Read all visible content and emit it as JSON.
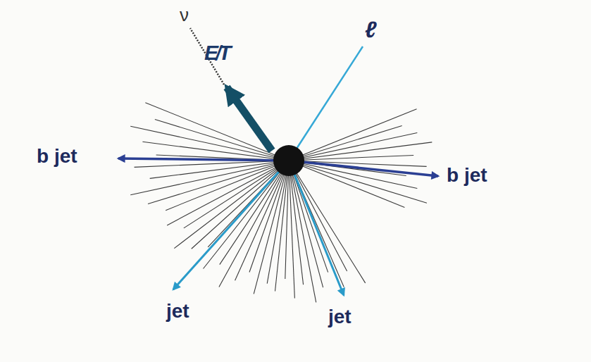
{
  "diagram": {
    "labels": [
      "ν",
      "E̸T",
      "ℓ",
      "b jet",
      "b jet",
      "jet",
      "jet"
    ]
  }
}
